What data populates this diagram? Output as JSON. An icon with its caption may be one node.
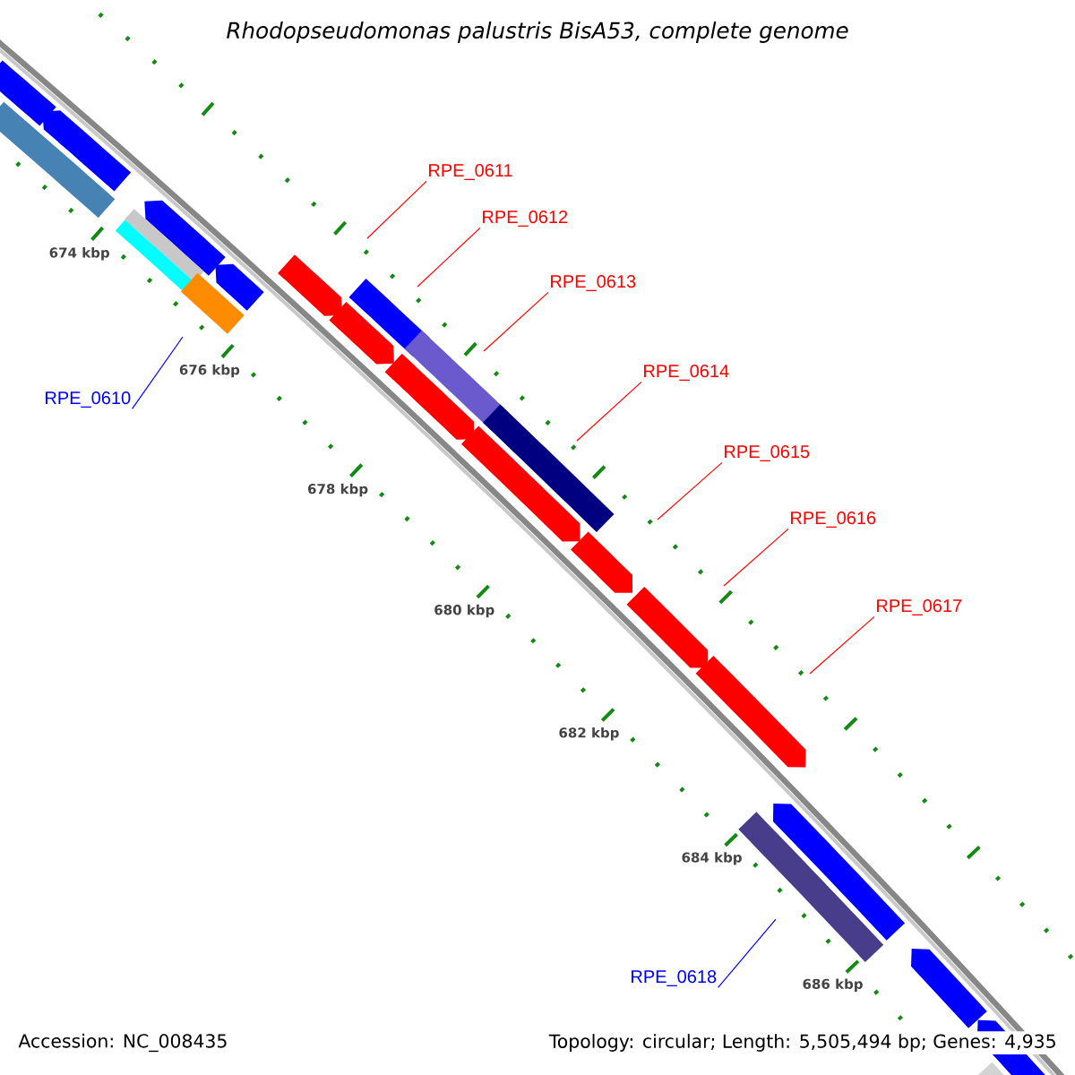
{
  "diagram": {
    "title": "*Rhodopseudomonas palustris* BisA53, complete genome",
    "nodes": [
      {
        "text": [
          "RPE_0610"
        ]
      },
      {
        "text": [
          "RPE_0611"
        ]
      },
      {
        "text": [
          "RPE_0612"
        ]
      },
      {
        "text": [
          "RPE_0613"
        ]
      },
      {
        "text": [
          "RPE_0614"
        ]
      },
      {
        "text": [
          "RPE_0615"
        ]
      },
      {
        "text": [
          "RPE_0616"
        ]
      },
      {
        "text": [
          "RPE_0617"
        ]
      },
      {
        "text": [
          "RPE_0618"
        ]
      }
    ],
    "edges": [
      {
        "from": 0,
        "to": null,
        "arrow": "none",
        "color": "#0000ff"
      },
      {
        "from": 1,
        "to": null,
        "arrow": "none"
      },
      {
        "from": 2,
        "to": null,
        "arrow": "none"
      },
      {
        "from": 3,
        "to": null,
        "arrow": "none"
      },
      {
        "from": 4,
        "to": null,
        "arrow": "none"
      },
      {
        "from": 5,
        "to": null,
        "arrow": "none"
      },
      {
        "from": 6,
        "to": null,
        "arrow": "none"
      },
      {
        "from": 7,
        "to": null,
        "arrow": "none"
      },
      {
        "from": 8,
        "to": null,
        "arrow": "none",
        "color": "#0000ff"
      }
    ],
    "labels": [
      "674 kbp",
      "676 kbp",
      "678 kbp",
      "680 kbp",
      "682 kbp",
      "684 kbp",
      "686 kbp",
      "Accession: NC_008435",
      "Topology: circular; Length: 5,505,494 bp; Genes: 4,935"
    ]
  }
}
